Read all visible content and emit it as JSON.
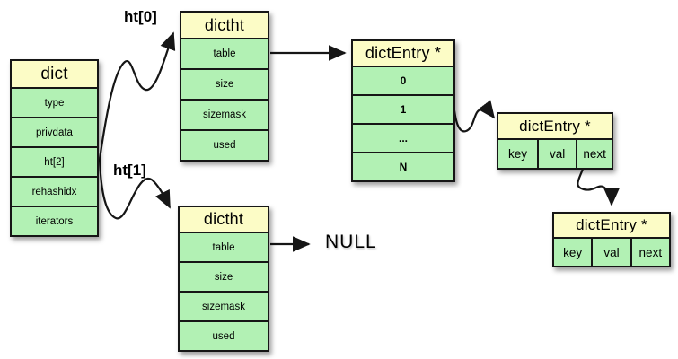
{
  "diagram": {
    "colors": {
      "header_fill": "#FCFCC6",
      "cell_fill": "#B2F1B4",
      "border": "#161616",
      "arrow": "#161616",
      "bg": "#ffffff"
    },
    "boxes": {
      "dict": {
        "title": "dict",
        "rows": [
          "type",
          "privdata",
          "ht[2]",
          "rehashidx",
          "iterators"
        ]
      },
      "dictht_top": {
        "title": "dictht",
        "rows": [
          "table",
          "size",
          "sizemask",
          "used"
        ]
      },
      "entry_array": {
        "title": "dictEntry *",
        "rows": [
          "0",
          "1",
          "...",
          "N"
        ]
      },
      "dictht_bottom": {
        "title": "dictht",
        "rows": [
          "table",
          "size",
          "sizemask",
          "used"
        ]
      },
      "entry1": {
        "title": "dictEntry *",
        "cells": [
          "key",
          "val",
          "next"
        ]
      },
      "entry2": {
        "title": "dictEntry *",
        "cells": [
          "key",
          "val",
          "next"
        ]
      }
    },
    "labels": {
      "ht0": "ht[0]",
      "ht1": "ht[1]",
      "null": "NULL"
    }
  }
}
